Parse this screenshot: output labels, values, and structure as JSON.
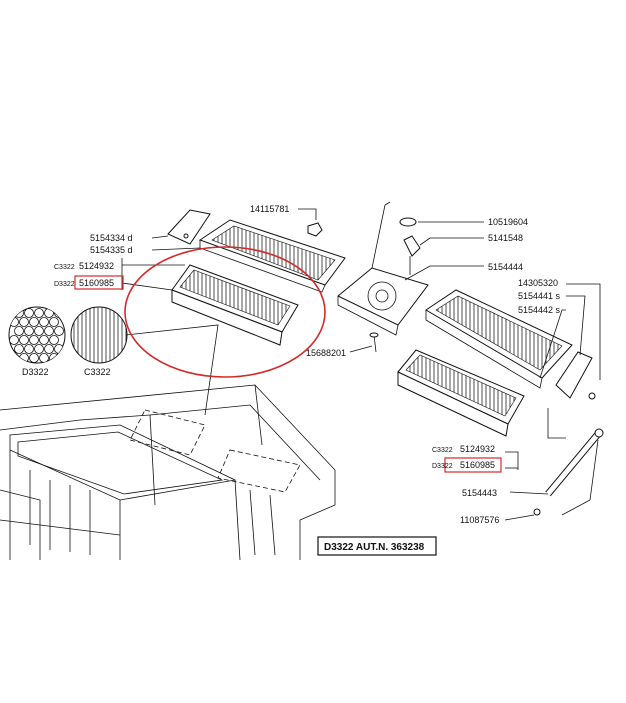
{
  "callouts": {
    "p14115781": "14115781",
    "p10519604": "10519604",
    "p5141548": "5141548",
    "p5154334": "5154334 d",
    "p5154335": "5154335 d",
    "p5154444": "5154444",
    "p14305320": "14305320",
    "p5154441": "5154441 s",
    "p5154442": "5154442 s",
    "p15688201": "15688201",
    "p5154443": "5154443",
    "p11087576": "11087576"
  },
  "left_kit": {
    "c_code": "C3322",
    "c_part": "5124932",
    "d_code": "D3322",
    "d_part": "5160985"
  },
  "right_kit": {
    "c_code": "C3322",
    "c_part": "5124932",
    "d_code": "D3322",
    "d_part": "5160985"
  },
  "swatches": {
    "d_label": "D3322",
    "c_label": "C3322"
  },
  "caption": "D3322 AUT.N. 363238",
  "colors": {
    "highlight": "#d42a2a",
    "line": "#111111"
  }
}
